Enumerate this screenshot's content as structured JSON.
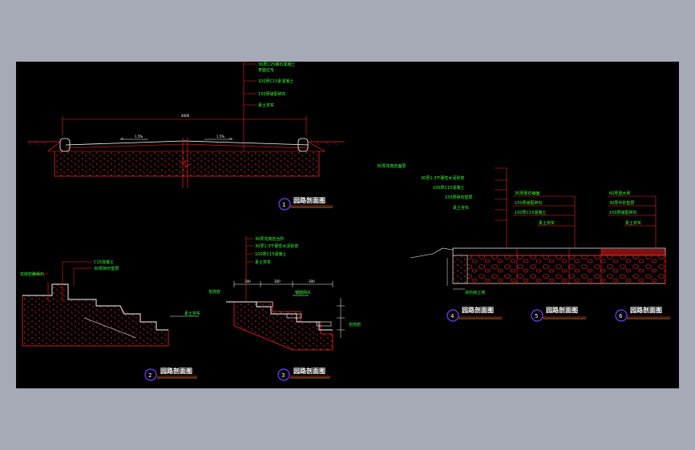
{
  "colors": {
    "background": "#a6aab6",
    "canvas": "#000000",
    "section_line": "#ff2020",
    "leader": "#ff2020",
    "label": "#39ff39",
    "white": "#ffffff",
    "yellow": "#ffff40",
    "callout_circle": "#7a3cff"
  },
  "sections": [
    {
      "number": "1",
      "title": "园路剖面图",
      "dimension": "4000",
      "slopes": [
        "1.5%",
        "1.5%"
      ],
      "labels": [
        "30厚C25细石混凝土",
        "表面拉毛",
        "100厚C15素混凝土",
        "150厚级配碎石",
        "素土夯实"
      ]
    },
    {
      "number": "2",
      "title": "园路剖面图",
      "labels": [
        "C15混凝土",
        "30厚碎石垫层",
        "花岗岩路缘石",
        "素土夯实"
      ]
    },
    {
      "number": "3",
      "title": "园路剖面图",
      "dims": [
        "300",
        "300",
        "300"
      ],
      "labels": [
        "30厚花岗岩台阶",
        "30厚1:3干硬性水泥砂浆",
        "100厚C15混凝土",
        "素土夯实",
        "钢筋网片"
      ],
      "side_labels": [
        "花岗岩",
        "花岗岩"
      ]
    },
    {
      "number": "4",
      "title": "园路剖面图",
      "labels": [
        "30厚花岗岩面层",
        "30厚1:3干硬性水泥砂浆",
        "100厚C15混凝土",
        "150厚碎石垫层",
        "素土夯实"
      ],
      "bottom_label": "块石挡土墙"
    },
    {
      "number": "5",
      "title": "园路剖面图",
      "labels": [
        "30厚砾石铺面",
        "150厚级配碎石",
        "100厚C15混凝土",
        "素土夯实"
      ]
    },
    {
      "number": "6",
      "title": "园路剖面图",
      "labels": [
        "60厚透水砖",
        "30厚中砂垫层",
        "150厚级配碎石",
        "素土夯实"
      ]
    }
  ]
}
